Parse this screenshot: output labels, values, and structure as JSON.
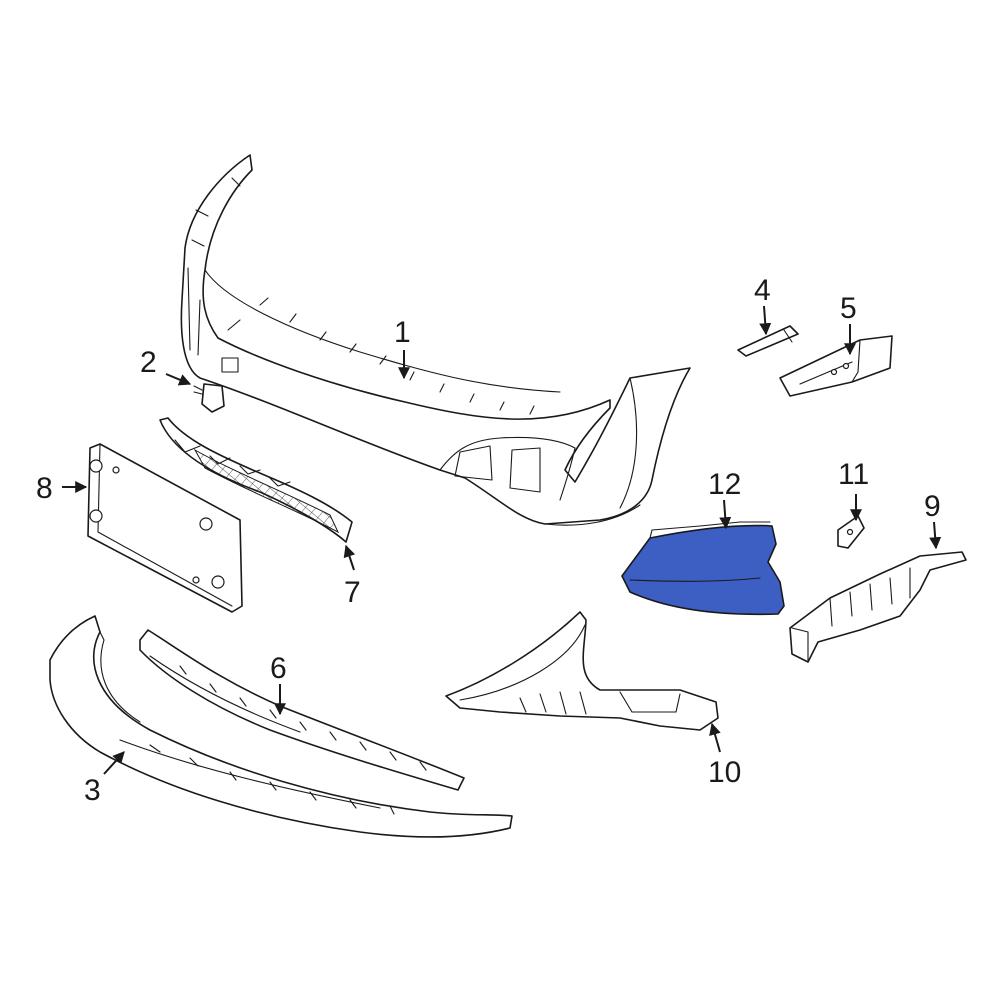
{
  "callouts": {
    "c1": "1",
    "c2": "2",
    "c3": "3",
    "c4": "4",
    "c5": "5",
    "c6": "6",
    "c7": "7",
    "c8": "8",
    "c9": "9",
    "c10": "10",
    "c11": "11",
    "c12": "12"
  },
  "highlighted_part": "12",
  "colors": {
    "highlight_fill": "#3d5fc4",
    "line": "#1a1a1a",
    "background": "#ffffff"
  }
}
